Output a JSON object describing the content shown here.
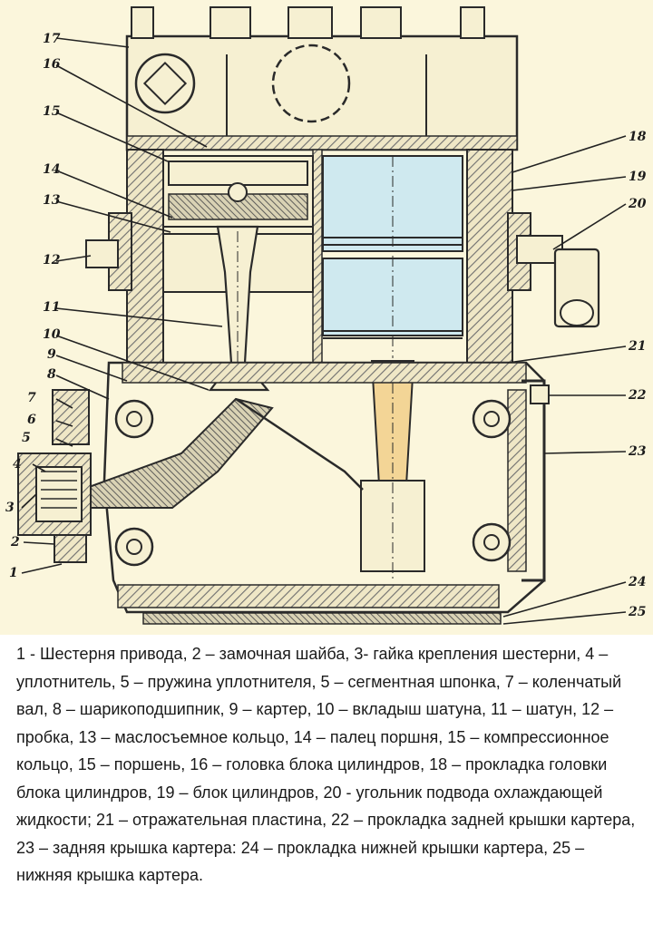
{
  "figure": {
    "callouts": [
      {
        "id": "n17",
        "text": "17"
      },
      {
        "id": "n16",
        "text": "16"
      },
      {
        "id": "n15",
        "text": "15"
      },
      {
        "id": "n14",
        "text": "14"
      },
      {
        "id": "n13",
        "text": "13"
      },
      {
        "id": "n12",
        "text": "12"
      },
      {
        "id": "n11",
        "text": "11"
      },
      {
        "id": "n10",
        "text": "10"
      },
      {
        "id": "n9",
        "text": "9"
      },
      {
        "id": "n8",
        "text": "8"
      },
      {
        "id": "n7",
        "text": "7"
      },
      {
        "id": "n6",
        "text": "6"
      },
      {
        "id": "n5",
        "text": "5"
      },
      {
        "id": "n4",
        "text": "4"
      },
      {
        "id": "n3",
        "text": "3"
      },
      {
        "id": "n2",
        "text": "2"
      },
      {
        "id": "n1",
        "text": "1"
      },
      {
        "id": "n18",
        "text": "18"
      },
      {
        "id": "n19",
        "text": "19"
      },
      {
        "id": "n20",
        "text": "20"
      },
      {
        "id": "n21",
        "text": "21"
      },
      {
        "id": "n22",
        "text": "22"
      },
      {
        "id": "n23",
        "text": "23"
      },
      {
        "id": "n24",
        "text": "24"
      },
      {
        "id": "n25",
        "text": "25"
      }
    ],
    "colors": {
      "background": "#fbf6dc",
      "metal_hatch": "#6f6f6f",
      "cylinder_fill": "#cfe9ef",
      "conrod_fill": "#f3d596"
    }
  },
  "caption": "1 - Шестерня привода, 2 – замочная шайба, 3- гайка крепления шестерни, 4 – уплотнитель, 5 – пружина уплотнителя, 5 – сегментная шпонка, 7 – коленчатый вал, 8 – шарикоподшипник, 9 – картер,  10 – вкладыш шатуна, 11 – шатун, 12 – пробка, 13 – маслосъемное кольцо, 14 – палец поршня, 15 – компрессионное кольцо, 15 – поршень,  16 – головка блока цилиндров, 18 – прокладка головки блока цилиндров, 19 – блок цилиндров, 20 -  угольник подвода охлаждающей жидкости; 21 – отражательная пластина, 22 – прокладка задней крышки картера, 23 – задняя крышка картера: 24 – прокладка нижней крышки картера, 25 – нижняя крышка картера."
}
